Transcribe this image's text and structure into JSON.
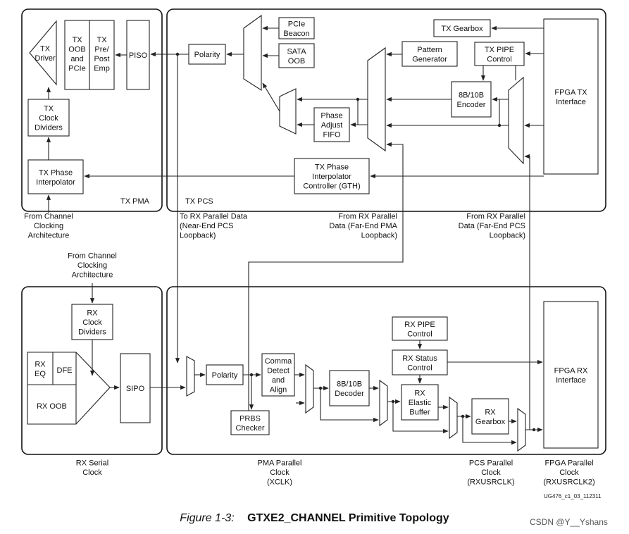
{
  "figure": {
    "number": "Figure 1-3:",
    "title": "GTXE2_CHANNEL Primitive Topology"
  },
  "doc_id": "UG476_c1_03_112311",
  "watermark": "CSDN @Y__Yshans",
  "regions": {
    "tx_pma": "TX PMA",
    "tx_pcs": "TX PCS"
  },
  "blocks": {
    "tx_driver": [
      "TX",
      "Driver"
    ],
    "tx_oob": [
      "TX",
      "OOB",
      "and",
      "PCIe"
    ],
    "tx_pre_post": [
      "TX",
      "Pre/",
      "Post",
      "Emp"
    ],
    "piso": [
      "PISO"
    ],
    "tx_clock_dividers": [
      "TX",
      "Clock",
      "Dividers"
    ],
    "tx_phase_interp": [
      "TX Phase",
      "Interpolator"
    ],
    "tx_polarity": [
      "Polarity"
    ],
    "pcie_beacon": [
      "PCIe",
      "Beacon"
    ],
    "sata_oob": [
      "SATA",
      "OOB"
    ],
    "phase_adjust_fifo": [
      "Phase",
      "Adjust",
      "FIFO"
    ],
    "pattern_generator": [
      "Pattern",
      "Generator"
    ],
    "tx_gearbox": [
      "TX Gearbox"
    ],
    "tx_pipe_control": [
      "TX PIPE",
      "Control"
    ],
    "encoder_8b10b": [
      "8B/10B",
      "Encoder"
    ],
    "fpga_tx_interface": [
      "FPGA TX",
      "Interface"
    ],
    "tx_phase_interp_controller": [
      "TX Phase",
      "Interpolator",
      "Controller (GTH)"
    ],
    "rx_clock_dividers": [
      "RX",
      "Clock",
      "Dividers"
    ],
    "rx_eq": [
      "RX",
      "EQ"
    ],
    "dfe": [
      "DFE"
    ],
    "rx_oob": [
      "RX OOB"
    ],
    "sipo": [
      "SIPO"
    ],
    "rx_polarity": [
      "Polarity"
    ],
    "comma_detect": [
      "Comma",
      "Detect",
      "and",
      "Align"
    ],
    "prbs_checker": [
      "PRBS",
      "Checker"
    ],
    "decoder_8b10b": [
      "8B/10B",
      "Decoder"
    ],
    "rx_pipe_control": [
      "RX PIPE",
      "Control"
    ],
    "rx_status_control": [
      "RX Status",
      "Control"
    ],
    "rx_elastic_buffer": [
      "RX",
      "Elastic",
      "Buffer"
    ],
    "rx_gearbox": [
      "RX",
      "Gearbox"
    ],
    "fpga_rx_interface": [
      "FPGA RX",
      "Interface"
    ]
  },
  "annotations": {
    "from_channel_clocking_tx": [
      "From Channel",
      "Clocking",
      "Architecture"
    ],
    "to_rx_parallel_data": [
      "To RX Parallel Data",
      "(Near-End PCS",
      "Loopback)"
    ],
    "from_rx_parallel_far_pma": [
      "From RX Parallel",
      "Data (Far-End PMA",
      "Loopback)"
    ],
    "from_rx_parallel_far_pcs": [
      "From RX Parallel",
      "Data (Far-End PCS",
      "Loopback)"
    ],
    "from_channel_clocking_rx": [
      "From Channel",
      "Clocking",
      "Architecture"
    ],
    "rx_serial_clock": [
      "RX Serial",
      "Clock"
    ],
    "pma_parallel_clock": [
      "PMA Parallel",
      "Clock",
      "(XCLK)"
    ],
    "pcs_parallel_clock": [
      "PCS Parallel",
      "Clock",
      "(RXUSRCLK)"
    ],
    "fpga_parallel_clock": [
      "FPGA Parallel",
      "Clock",
      "(RXUSRCLK2)"
    ]
  }
}
